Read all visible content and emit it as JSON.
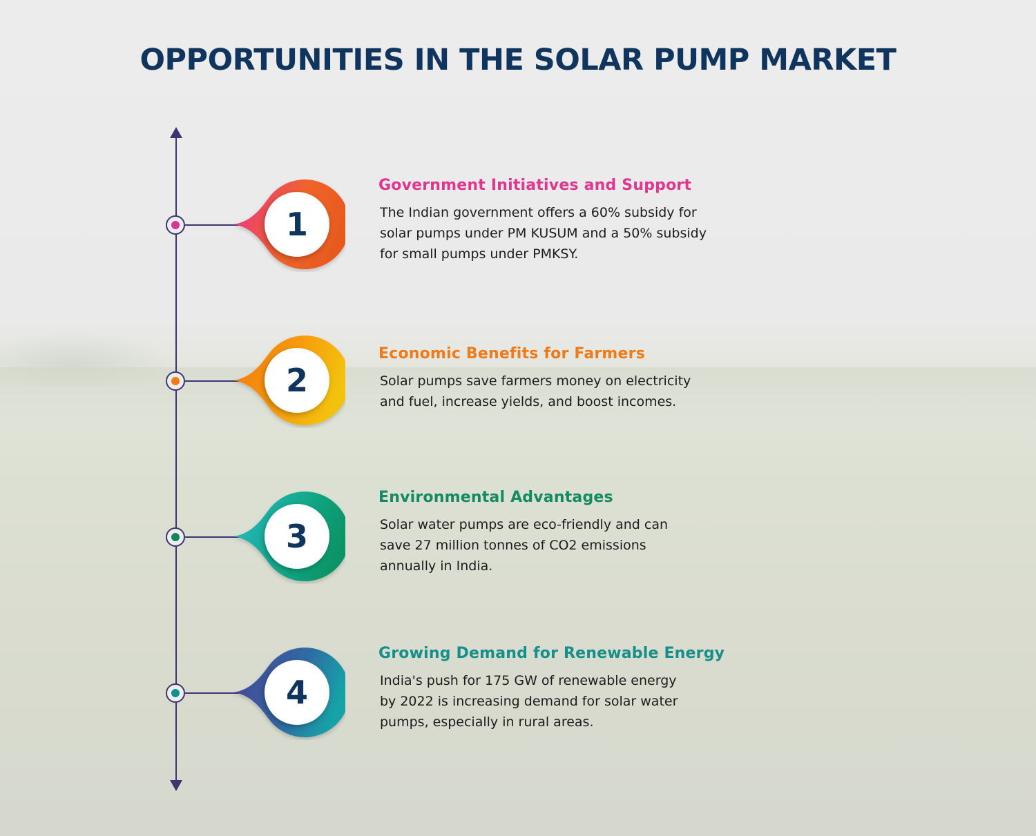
{
  "title": "OPPORTUNITIES IN THE SOLAR PUMP MARKET",
  "colors": {
    "title": "#0f355f",
    "timeline": "#3d3572",
    "number": "#0f355f"
  },
  "timeline": {
    "start_icon": "arrow-up-icon",
    "end_icon": "arrow-down-icon"
  },
  "items": [
    {
      "number": "1",
      "heading": "Government Initiatives and Support",
      "heading_color": "#e0368f",
      "dot_color": "#d8339b",
      "gradient": [
        "#e8338f",
        "#f0642a",
        "#e85a1f"
      ],
      "lines": [
        "The Indian government offers a 60% subsidy for",
        "solar pumps under PM KUSUM and a 50% subsidy",
        "for small pumps under PMKSY."
      ]
    },
    {
      "number": "2",
      "heading": "Economic Benefits for Farmers",
      "heading_color": "#ef7a1a",
      "dot_color": "#f47a16",
      "gradient": [
        "#f5730f",
        "#f7a00c",
        "#f3c20a"
      ],
      "lines": [
        "Solar pumps save farmers money on electricity",
        "and fuel, increase yields, and boost incomes."
      ]
    },
    {
      "number": "3",
      "heading": "Environmental Advantages",
      "heading_color": "#138a63",
      "dot_color": "#12875e",
      "gradient": [
        "#2bb8c4",
        "#12a98a",
        "#0e9466"
      ],
      "lines": [
        "Solar water pumps are eco-friendly and can",
        "save 27 million tonnes of CO2 emissions",
        "annually in India."
      ]
    },
    {
      "number": "4",
      "heading": "Growing Demand for Renewable Energy",
      "heading_color": "#168f8b",
      "dot_color": "#128f8e",
      "gradient": [
        "#4f3f92",
        "#2f6aa4",
        "#17a2a6"
      ],
      "lines": [
        "India's push for 175 GW of renewable energy",
        "by 2022 is increasing demand for solar water",
        "pumps, especially in rural areas."
      ]
    }
  ]
}
